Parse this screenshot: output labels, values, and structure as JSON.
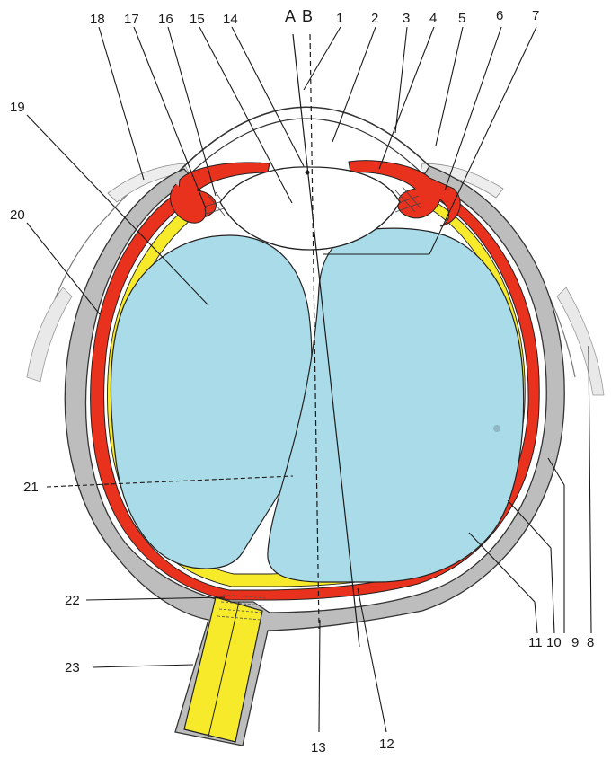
{
  "axis_labels": {
    "a": "A",
    "b": "B"
  },
  "labels": [
    "1",
    "2",
    "3",
    "4",
    "5",
    "6",
    "7",
    "8",
    "9",
    "10",
    "11",
    "12",
    "13",
    "14",
    "15",
    "16",
    "17",
    "18",
    "19",
    "20",
    "21",
    "22",
    "23"
  ],
  "colors": {
    "sclera": "#bdbdbd",
    "choroid": "#e8321e",
    "retina": "#f6ea2a",
    "vitreous": "#a9dce8",
    "lens": "#ffffff",
    "outline": "#222222"
  }
}
